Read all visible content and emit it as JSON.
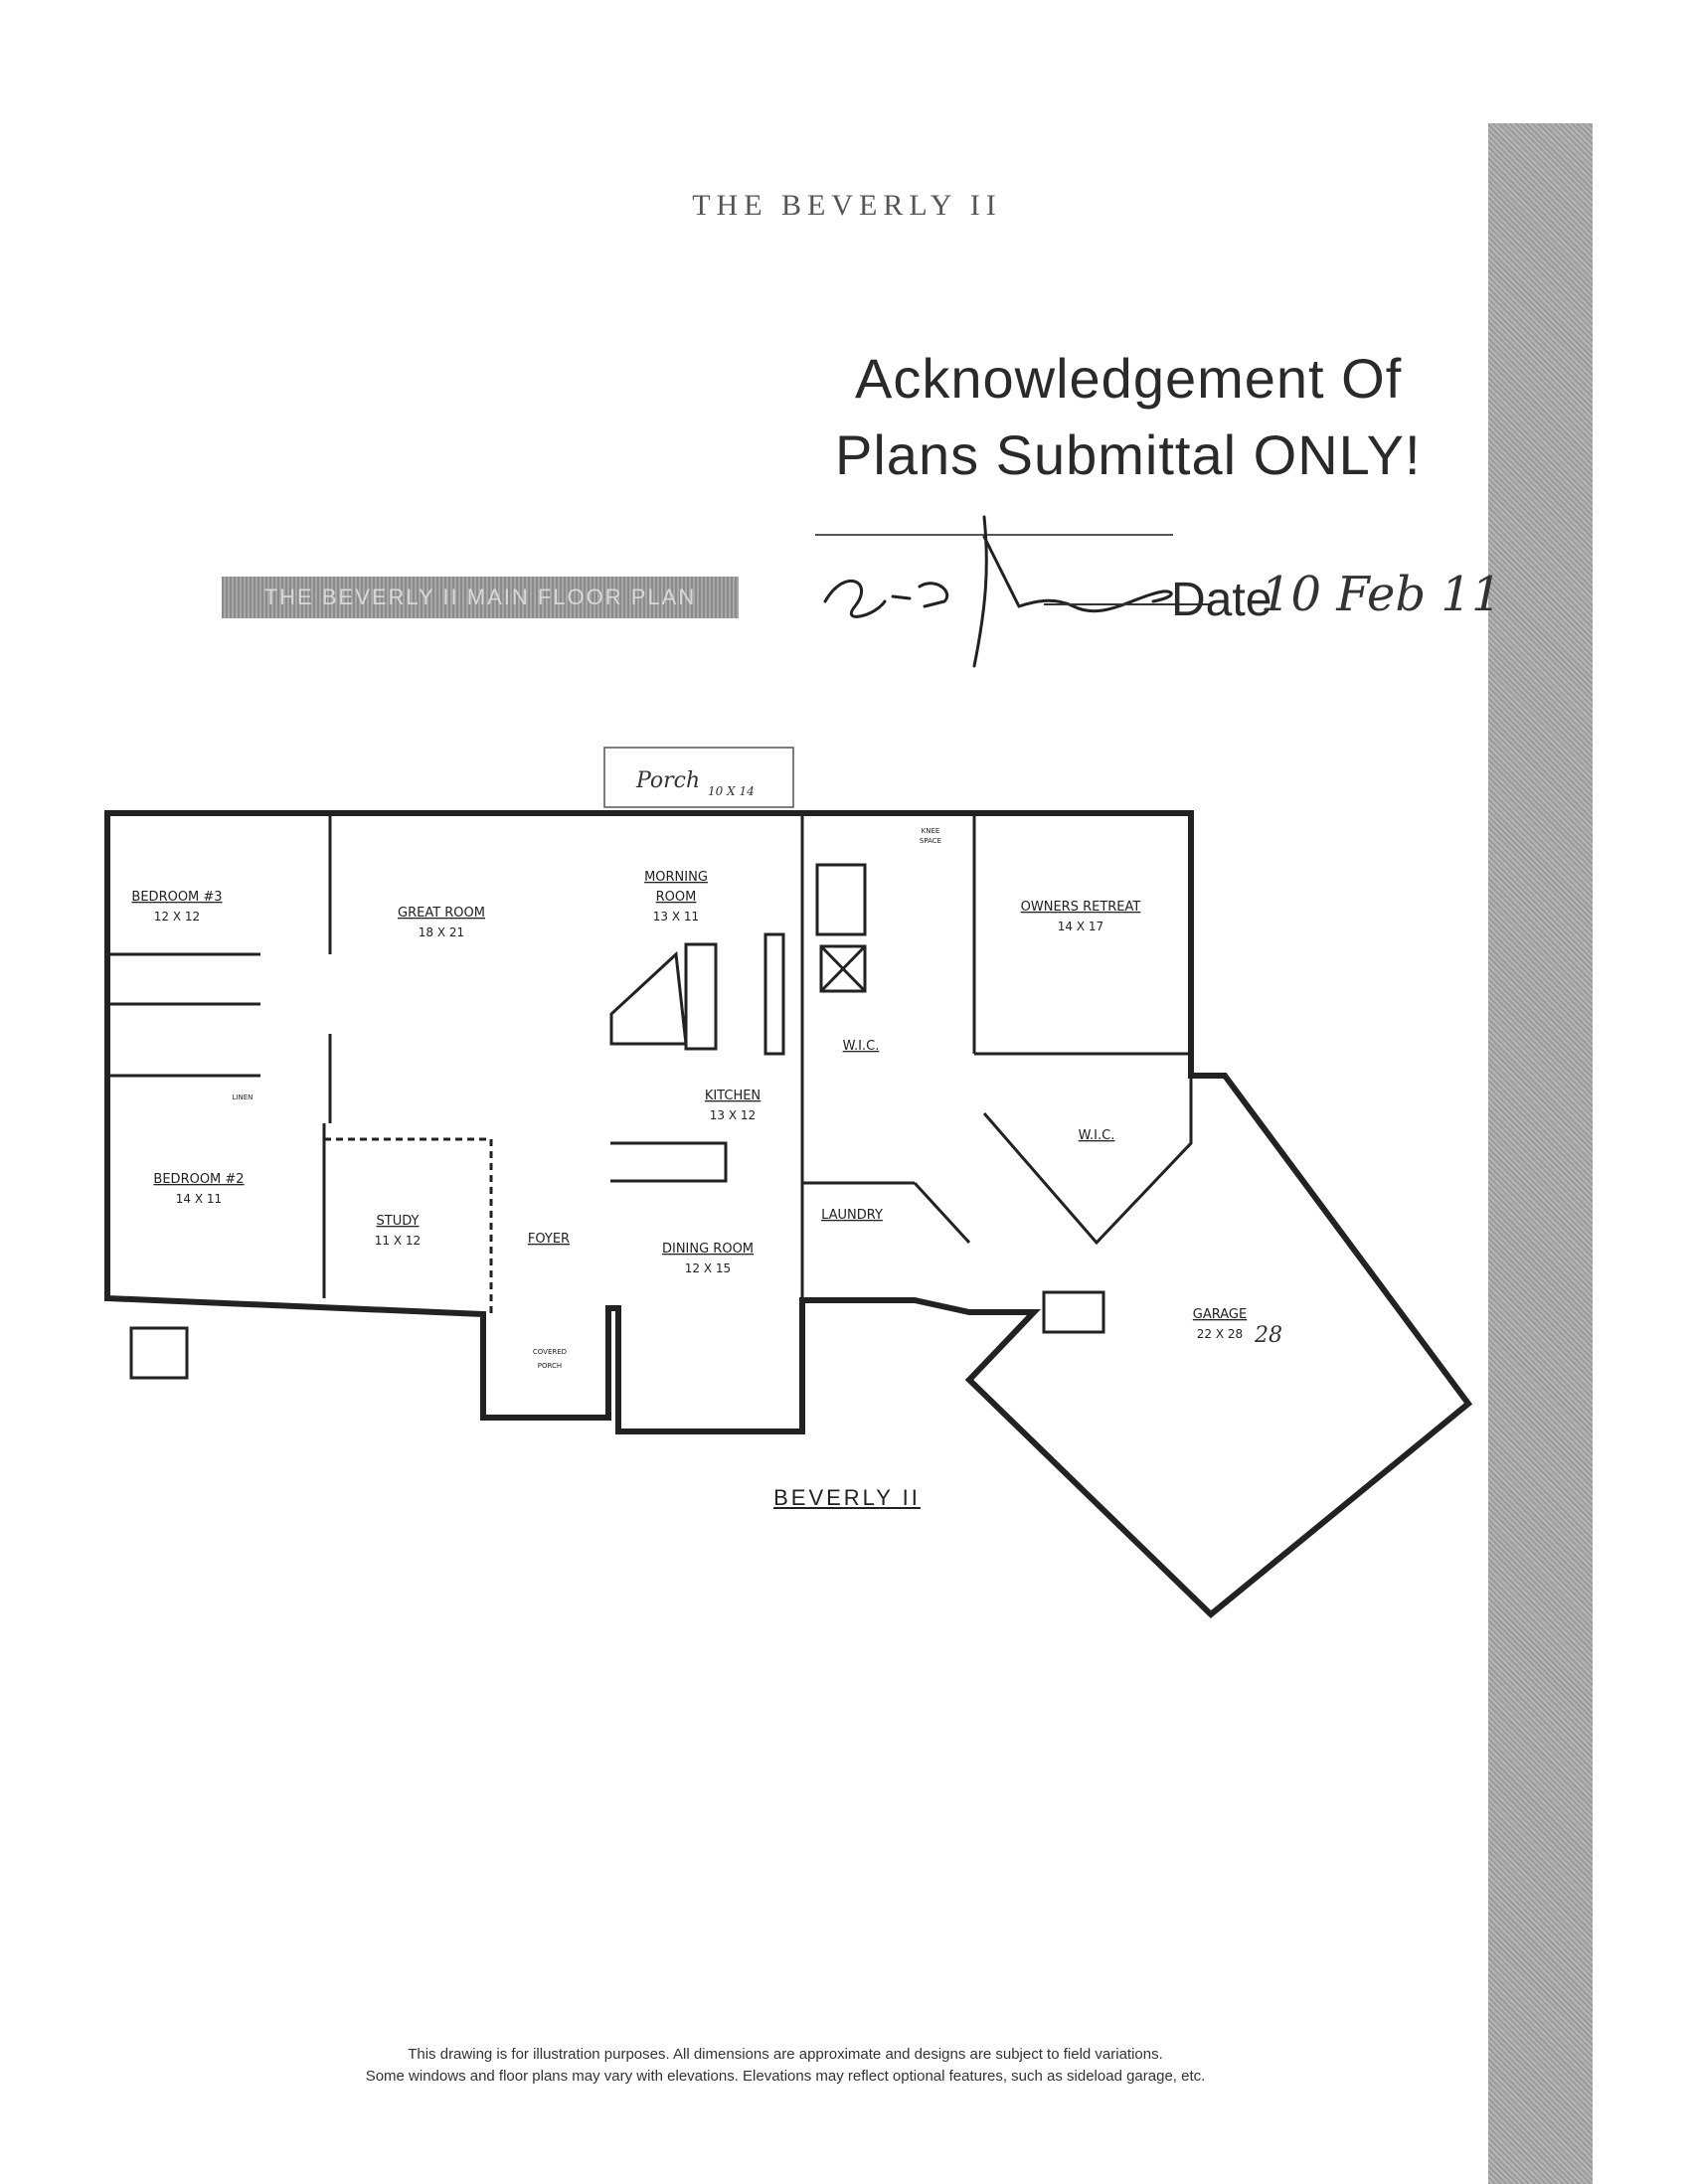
{
  "document": {
    "title": "THE BEVERLY II",
    "banner_text": "THE BEVERLY II  MAIN FLOOR PLAN",
    "stamp": {
      "line1": "Acknowledgement Of",
      "line2": "Plans Submittal ONLY!",
      "date_label": "Date",
      "date_value": "10 Feb 11"
    },
    "plan_caption": "BEVERLY II",
    "footnote_line1": "This drawing is for illustration purposes. All dimensions are approximate and designs are subject to field variations.",
    "footnote_line2": "Some windows and floor plans may vary with elevations. Elevations may reflect optional features, such as sideload garage, etc."
  },
  "rooms": {
    "bedroom3": {
      "label": "BEDROOM #3",
      "dims": "12 X 12"
    },
    "great_room": {
      "label": "GREAT ROOM",
      "dims": "18 X 21"
    },
    "morning_room": {
      "label1": "MORNING",
      "label2": "ROOM",
      "dims": "13 X 11"
    },
    "owners_retreat": {
      "label": "OWNERS RETREAT",
      "dims": "14 X 17"
    },
    "kitchen": {
      "label": "KITCHEN",
      "dims": "13 X 12"
    },
    "bedroom2": {
      "label": "BEDROOM #2",
      "dims": "14 X 11"
    },
    "study": {
      "label": "STUDY",
      "dims": "11 X 12"
    },
    "foyer": {
      "label": "FOYER"
    },
    "dining_room": {
      "label": "DINING ROOM",
      "dims": "12 X 15"
    },
    "laundry": {
      "label": "LAUNDRY"
    },
    "wic_bath": {
      "label": "W.I.C."
    },
    "wic_owner": {
      "label": "W.I.C."
    },
    "garage": {
      "label": "GARAGE",
      "dims": "22 X 28"
    },
    "covered_porch": {
      "label1": "COVERED",
      "label2": "PORCH"
    },
    "linen": {
      "label": "LINEN"
    },
    "knee_space": {
      "label1": "KNEE",
      "label2": "SPACE"
    }
  },
  "annotations": {
    "porch_note": "Porch",
    "porch_dims": "10 X 14",
    "garage_correction": "28"
  }
}
